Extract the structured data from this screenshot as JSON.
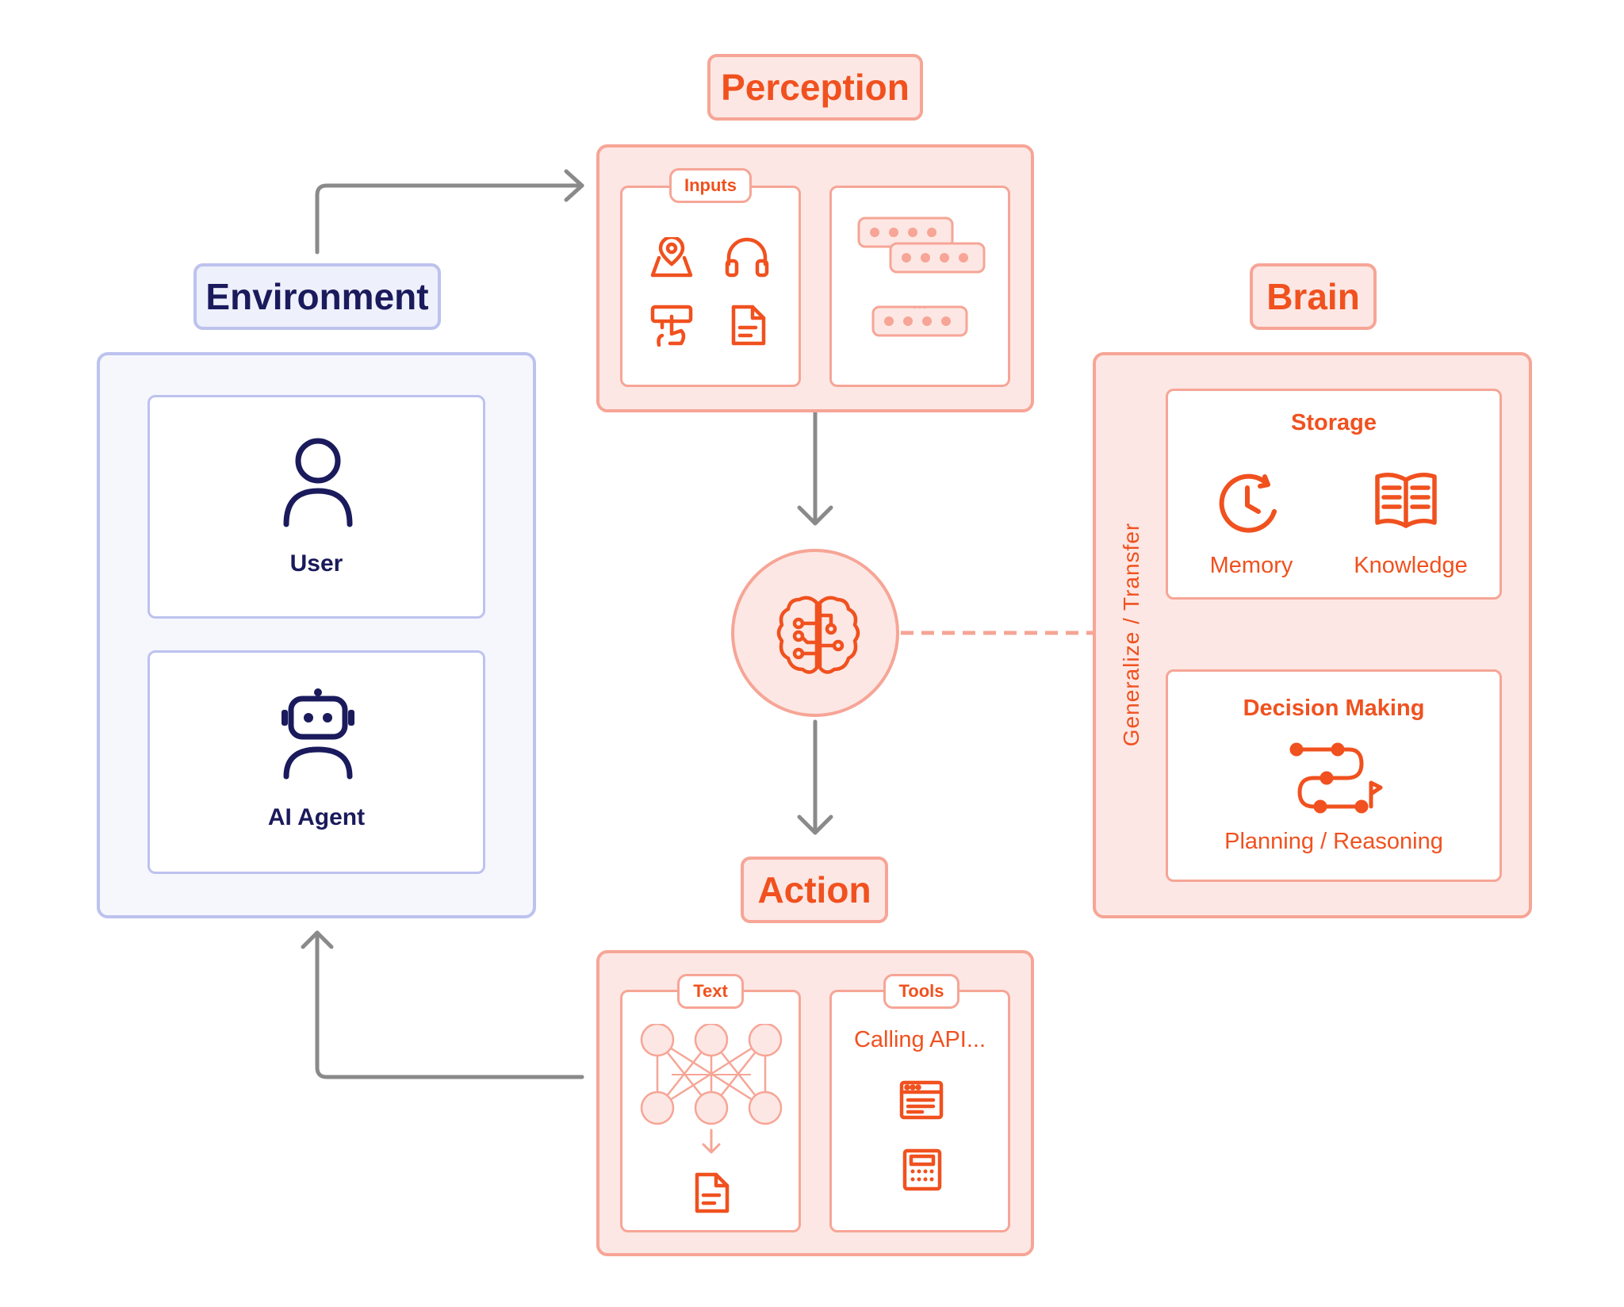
{
  "environment": {
    "title": "Environment",
    "user_label": "User",
    "agent_label": "AI Agent"
  },
  "perception": {
    "title": "Perception",
    "inputs_tag": "Inputs",
    "ellipsis": "..."
  },
  "brain": {
    "title": "Brain",
    "side_label": "Generalize / Transfer",
    "storage_title": "Storage",
    "memory_label": "Memory",
    "knowledge_label": "Knowledge",
    "decision_title": "Decision Making",
    "planning_label": "Planning / Reasoning"
  },
  "action": {
    "title": "Action",
    "text_tag": "Text",
    "tools_tag": "Tools",
    "calling_label": "Calling API..."
  },
  "icons": [
    "user-icon",
    "robot-icon",
    "map-pin-icon",
    "headphones-icon",
    "touch-icon",
    "document-icon",
    "brain-icon",
    "clock-icon",
    "book-icon",
    "path-icon",
    "neural-network-icon",
    "browser-window-icon",
    "calculator-icon"
  ],
  "colors": {
    "accent_orange": "#f0511f",
    "panel_orange": "#fde7e4",
    "border_orange": "#f6a596",
    "navy": "#1a1a5c",
    "panel_purple": "#f6f7fd",
    "border_purple": "#bdc2ee",
    "arrow_gray": "#8a8a8a"
  }
}
